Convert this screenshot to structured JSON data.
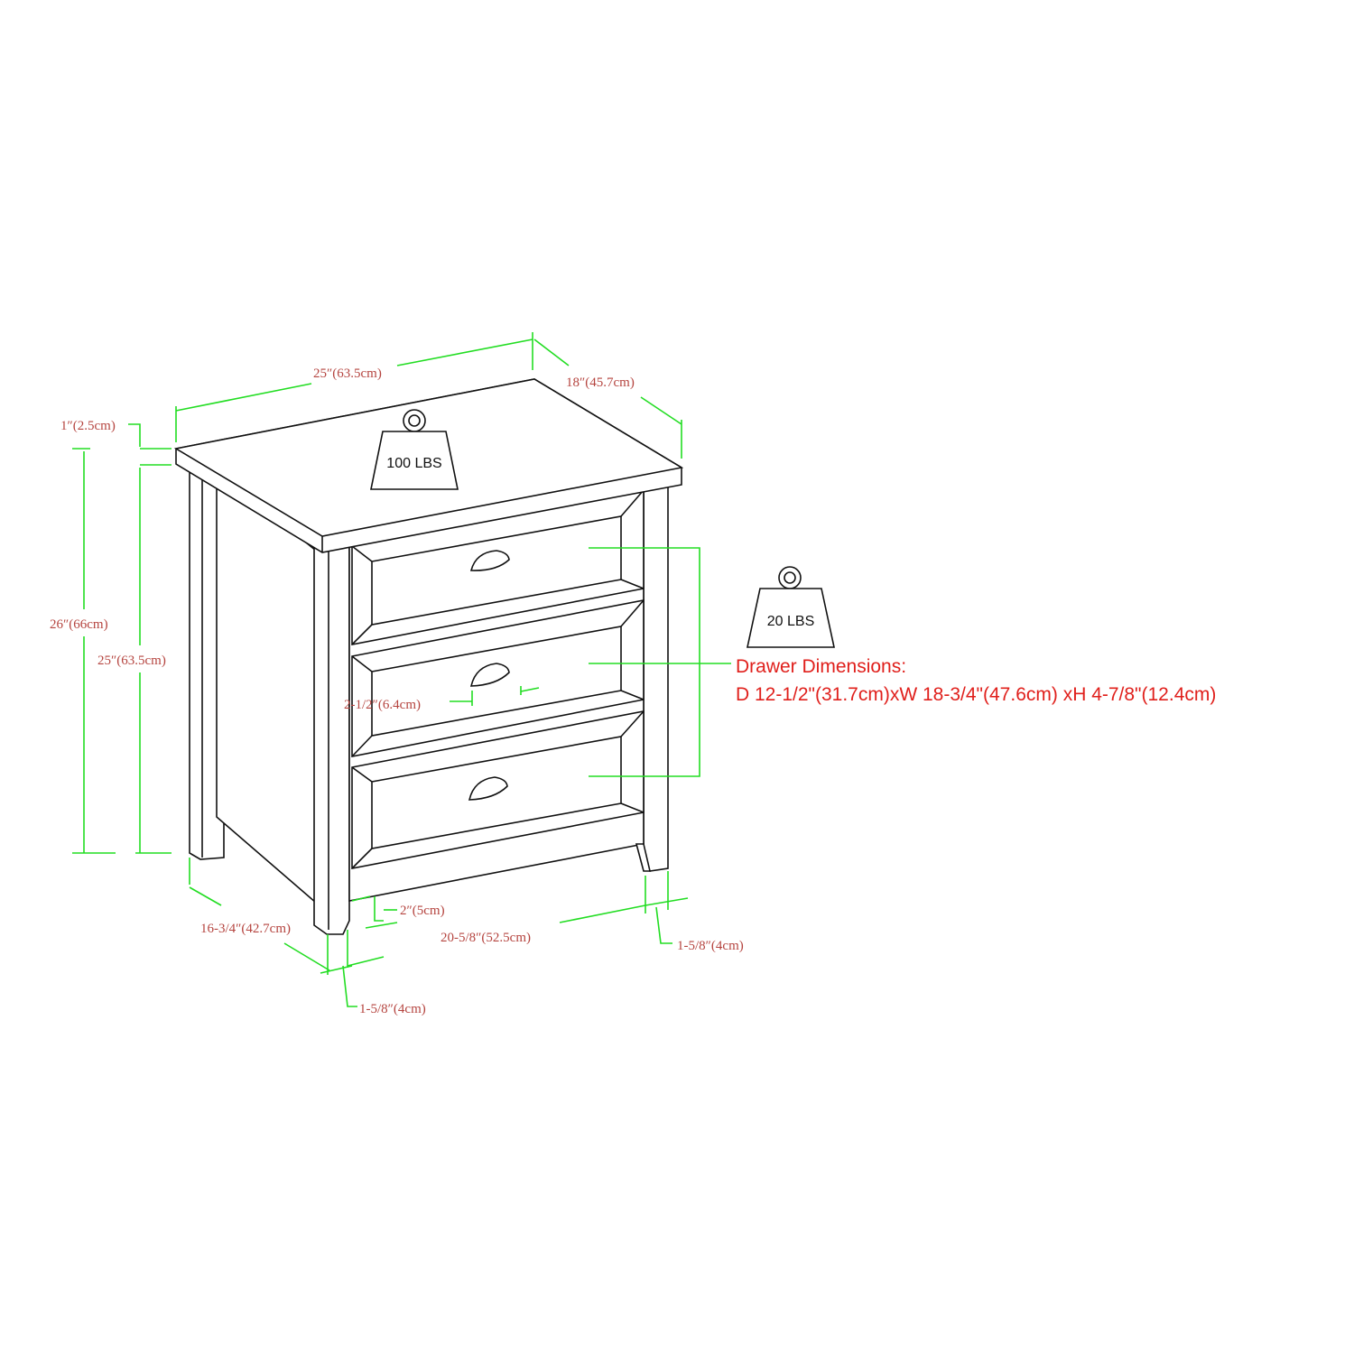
{
  "dimensions": {
    "width": "25″(63.5cm)",
    "depth": "18″(45.7cm)",
    "top_thickness": "1″(2.5cm)",
    "total_height": "26″(66cm)",
    "body_height": "25″(63.5cm)",
    "handle_width": "2-1/2″(6.4cm)",
    "side_depth": "16-3/4″(42.7cm)",
    "clearance": "2″(5cm)",
    "inner_width": "20-5/8″(52.5cm)",
    "leg_right": "1-5/8″(4cm)",
    "leg_left": "1-5/8″(4cm)"
  },
  "weights": {
    "top": "100 LBS",
    "drawer": "20 LBS"
  },
  "drawer_dimensions": {
    "title": "Drawer Dimensions:",
    "value": "D 12-1/2\"(31.7cm)xW 18-3/4\"(47.6cm) xH 4-7/8\"(12.4cm)"
  },
  "colors": {
    "dimension_lines": "#22dd22",
    "labels": "#b5443f",
    "drawer_text": "#e0201c"
  }
}
